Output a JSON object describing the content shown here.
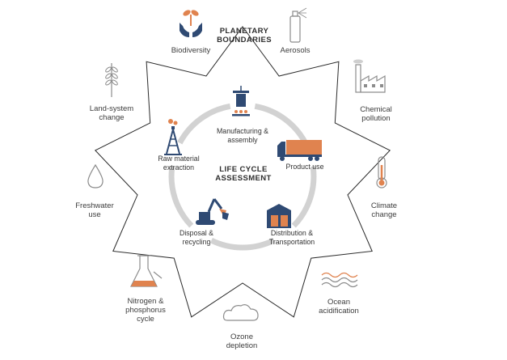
{
  "title": "PLANETARY\nBOUNDARIES",
  "center_title": "LIFE CYCLE\nASSESSMENT",
  "boundaries": [
    {
      "id": "biodiversity",
      "label": "Biodiversity"
    },
    {
      "id": "aerosols",
      "label": "Aerosols"
    },
    {
      "id": "chemical",
      "label": "Chemical\npollution"
    },
    {
      "id": "climate",
      "label": "Climate\nchange"
    },
    {
      "id": "ocean",
      "label": "Ocean\nacidification"
    },
    {
      "id": "ozone",
      "label": "Ozone\ndepletion"
    },
    {
      "id": "nitrogen",
      "label": "Nitrogen &\nphosphorus\ncycle"
    },
    {
      "id": "freshwater",
      "label": "Freshwater\nuse"
    },
    {
      "id": "land",
      "label": "Land-system\nchange"
    }
  ],
  "stages": [
    {
      "id": "manufacturing",
      "label": "Manufacturing &\nassembly"
    },
    {
      "id": "product",
      "label": "Product use"
    },
    {
      "id": "distribution",
      "label": "Distribution &\nTransportation"
    },
    {
      "id": "disposal",
      "label": "Disposal &\nrecycling"
    },
    {
      "id": "raw",
      "label": "Raw material\nextraction"
    }
  ],
  "colors": {
    "navy": "#2f4a73",
    "orange": "#e0834f",
    "ring": "#d2d2d2",
    "rays": "#bfbfbf",
    "icon_line": "#8c8c8c"
  },
  "icons": [
    "hands-plant-icon",
    "spray-can-icon",
    "factory-icon",
    "thermometer-icon",
    "ocean-waves-icon",
    "cloud-icon",
    "flask-icon",
    "water-drop-icon",
    "wheat-icon",
    "crane-icon",
    "truck-icon",
    "warehouse-icon",
    "excavator-icon",
    "oil-rig-icon"
  ]
}
